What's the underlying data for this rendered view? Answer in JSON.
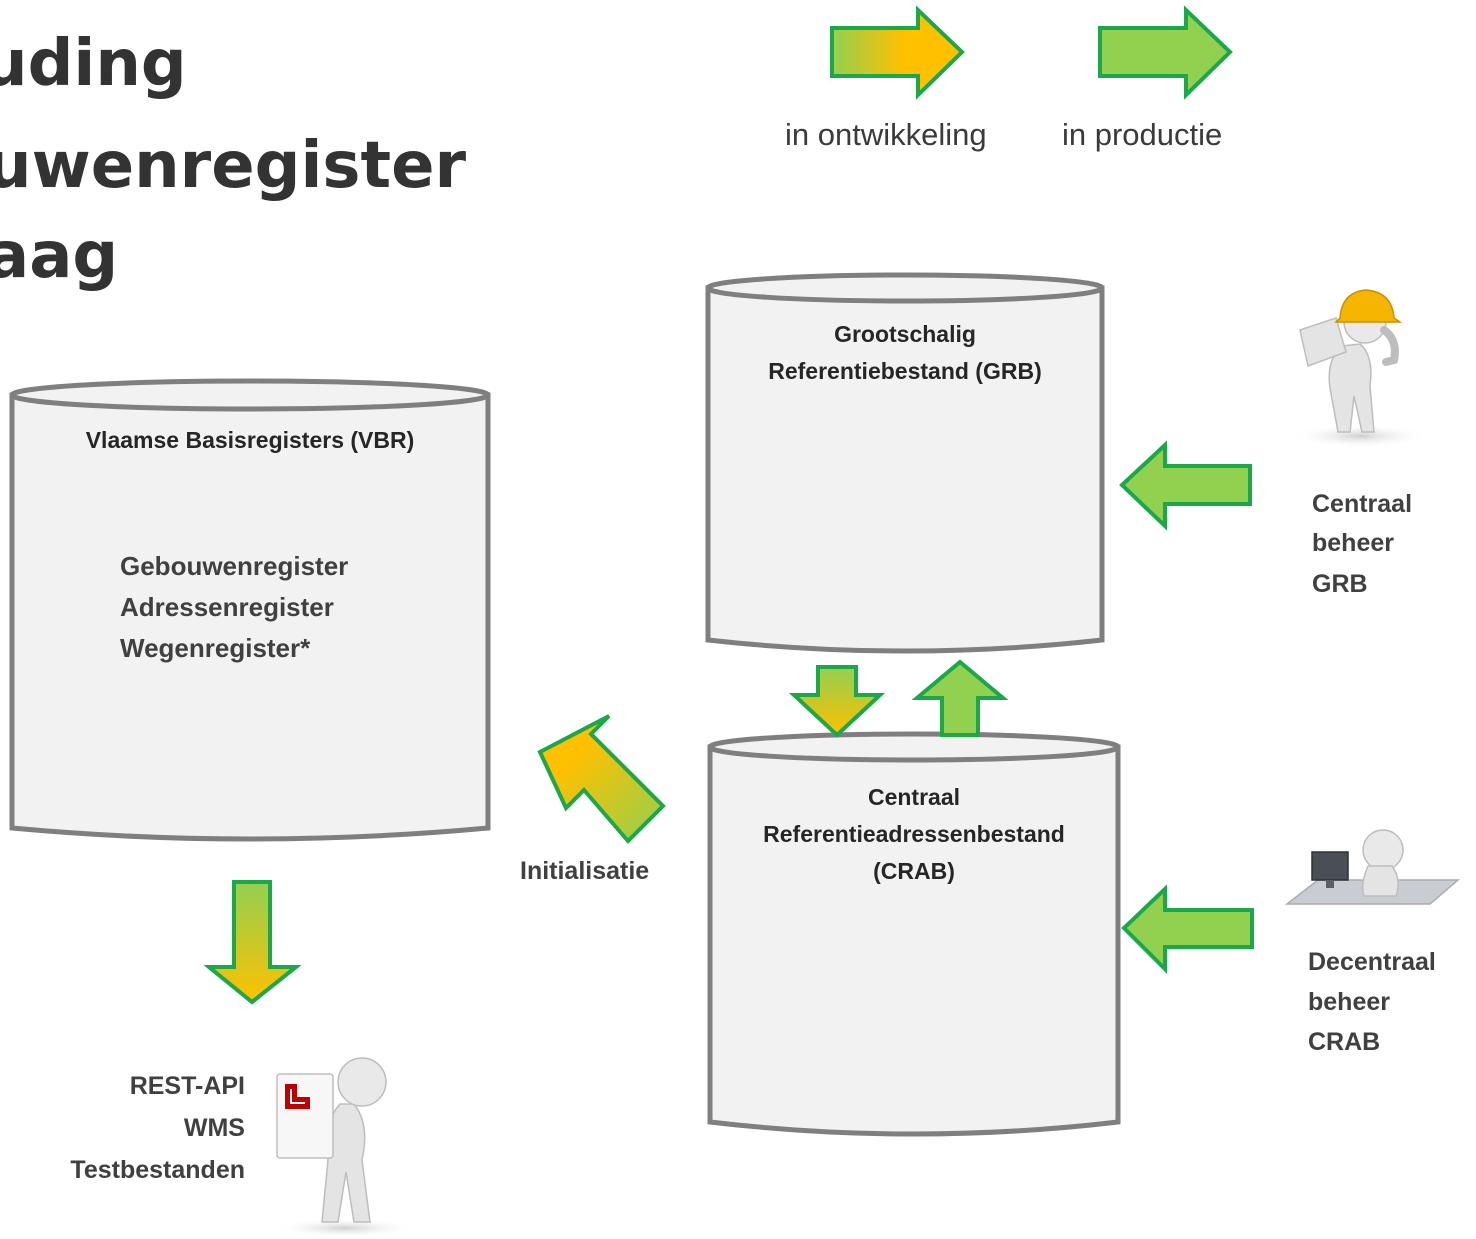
{
  "title": {
    "lines": [
      "uding",
      "uwenregister",
      "aag"
    ]
  },
  "legend": {
    "development_label": "in ontwikkeling",
    "production_label": "in productie"
  },
  "vbr": {
    "title": "Vlaamse Basisregisters (VBR)",
    "registers": [
      "Gebouwenregister",
      "Adressenregister",
      "Wegenregister*"
    ]
  },
  "grb": {
    "title_lines": [
      "Grootschalig",
      "Referentiebestand (GRB)"
    ]
  },
  "crab": {
    "title_lines": [
      "Centraal",
      "Referentieadressenbestand",
      "(CRAB)"
    ]
  },
  "initialisatie_label": "Initialisatie",
  "central_management": {
    "lines": [
      "Centraal",
      "beheer",
      "GRB"
    ]
  },
  "decentral_management": {
    "lines": [
      "Decentraal",
      "beheer",
      "CRAB"
    ]
  },
  "outputs": {
    "lines": [
      "REST-API",
      "WMS",
      "Testbestanden"
    ]
  },
  "colors": {
    "arrow_green": "#92d050",
    "arrow_outline": "#1ba84a",
    "arrow_yellow": "#ffc000",
    "cylinder_fill": "#f2f2f2",
    "cylinder_stroke": "#7f7f7f",
    "title_text": "#333333"
  },
  "icons": {
    "worker": "worker-with-helmet-icon",
    "computer_user": "person-at-computer-icon",
    "document_person": "person-holding-document-icon"
  }
}
